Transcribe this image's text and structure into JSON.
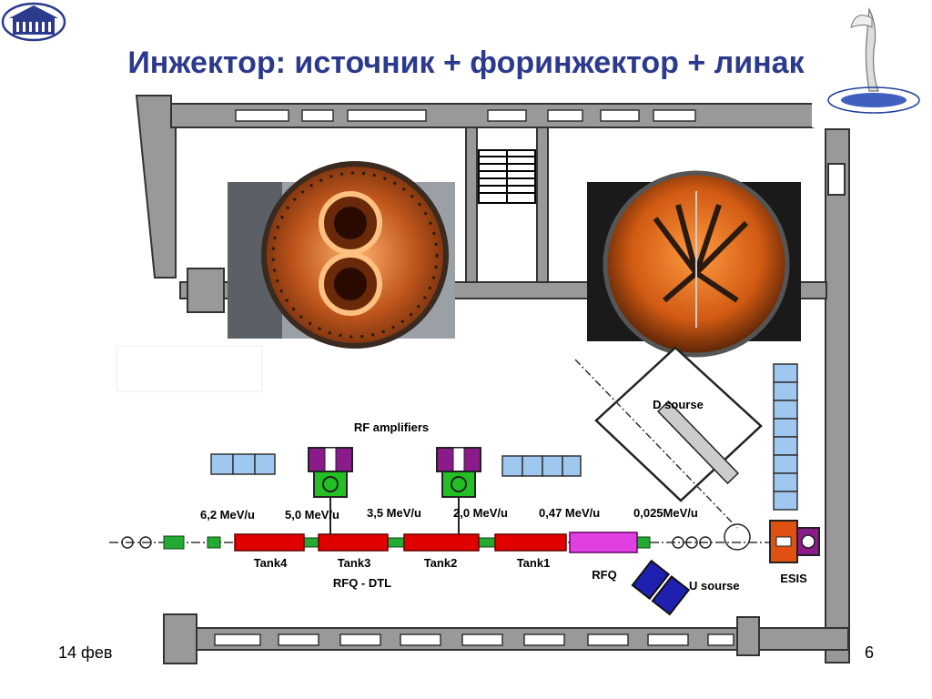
{
  "slide": {
    "title": "Инжектор: источник + форинжектор + линак",
    "footer_date": "14 фев",
    "slide_number": "6"
  },
  "diagram": {
    "rf_amplifiers_label": "RF amplifiers",
    "energies": [
      "6,2 MeV/u",
      "5,0 MeV/u",
      "3,5 MeV/u",
      "2,0 MeV/u",
      "0,47 MeV/u",
      "0,025MeV/u"
    ],
    "tanks": [
      "Tank4",
      "Tank3",
      "Tank2",
      "Tank1"
    ],
    "rfq_label": "RFQ",
    "rfq_dtl_label": "RFQ - DTL",
    "d_source_label": "D sourse",
    "u_source_label": "U sourse",
    "esis_label": "ESIS"
  },
  "colors": {
    "title": "#2b3a8c",
    "wall": "#999999",
    "tank": "#e00000",
    "rfq": "#e040e0",
    "amplifier": "#8b1a8b",
    "amp_base": "#22c022",
    "rack": "#9ec8f0",
    "u_source": "#2020b0",
    "esis": "#e05010"
  }
}
